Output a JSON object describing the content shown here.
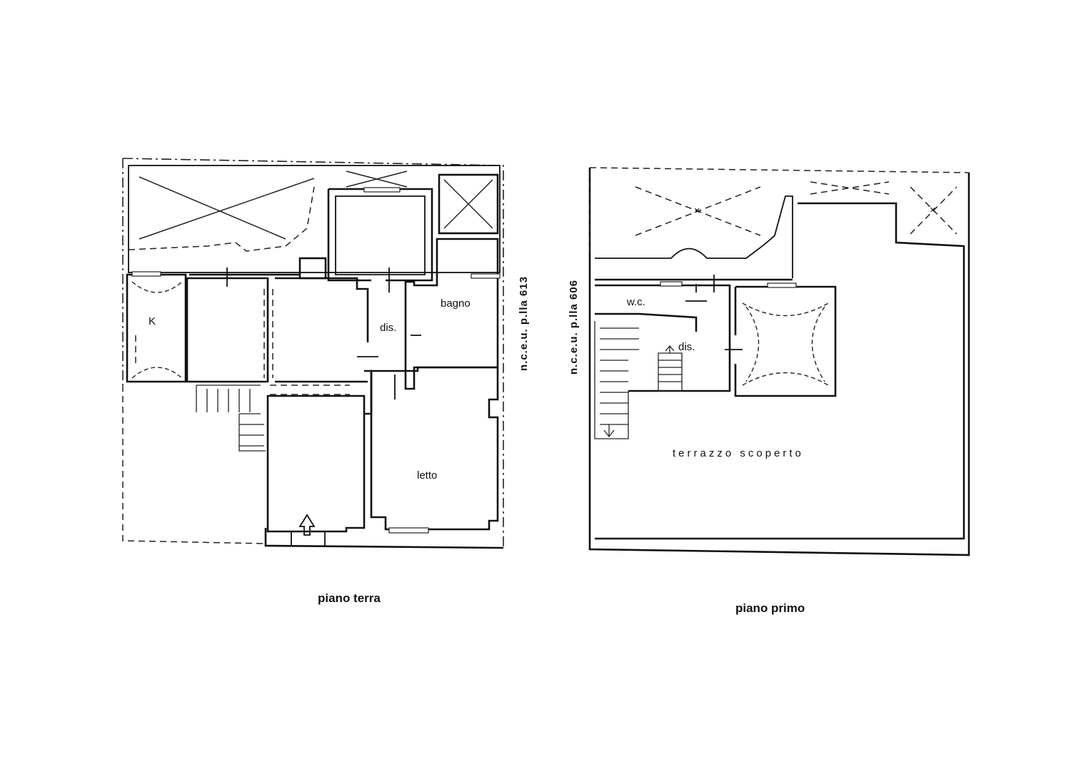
{
  "ground_floor": {
    "title": "piano terra",
    "neighbor_label": "n.c.e.u. p.lla 613",
    "rooms": {
      "kitchen": "K",
      "hall": "dis.",
      "bathroom": "bagno",
      "bedroom": "letto"
    }
  },
  "first_floor": {
    "title": "piano primo",
    "neighbor_label": "n.c.e.u. p.lla 606",
    "rooms": {
      "wc": "w.c.",
      "hall": "dis.",
      "terrace": "terrazzo scoperto"
    }
  }
}
